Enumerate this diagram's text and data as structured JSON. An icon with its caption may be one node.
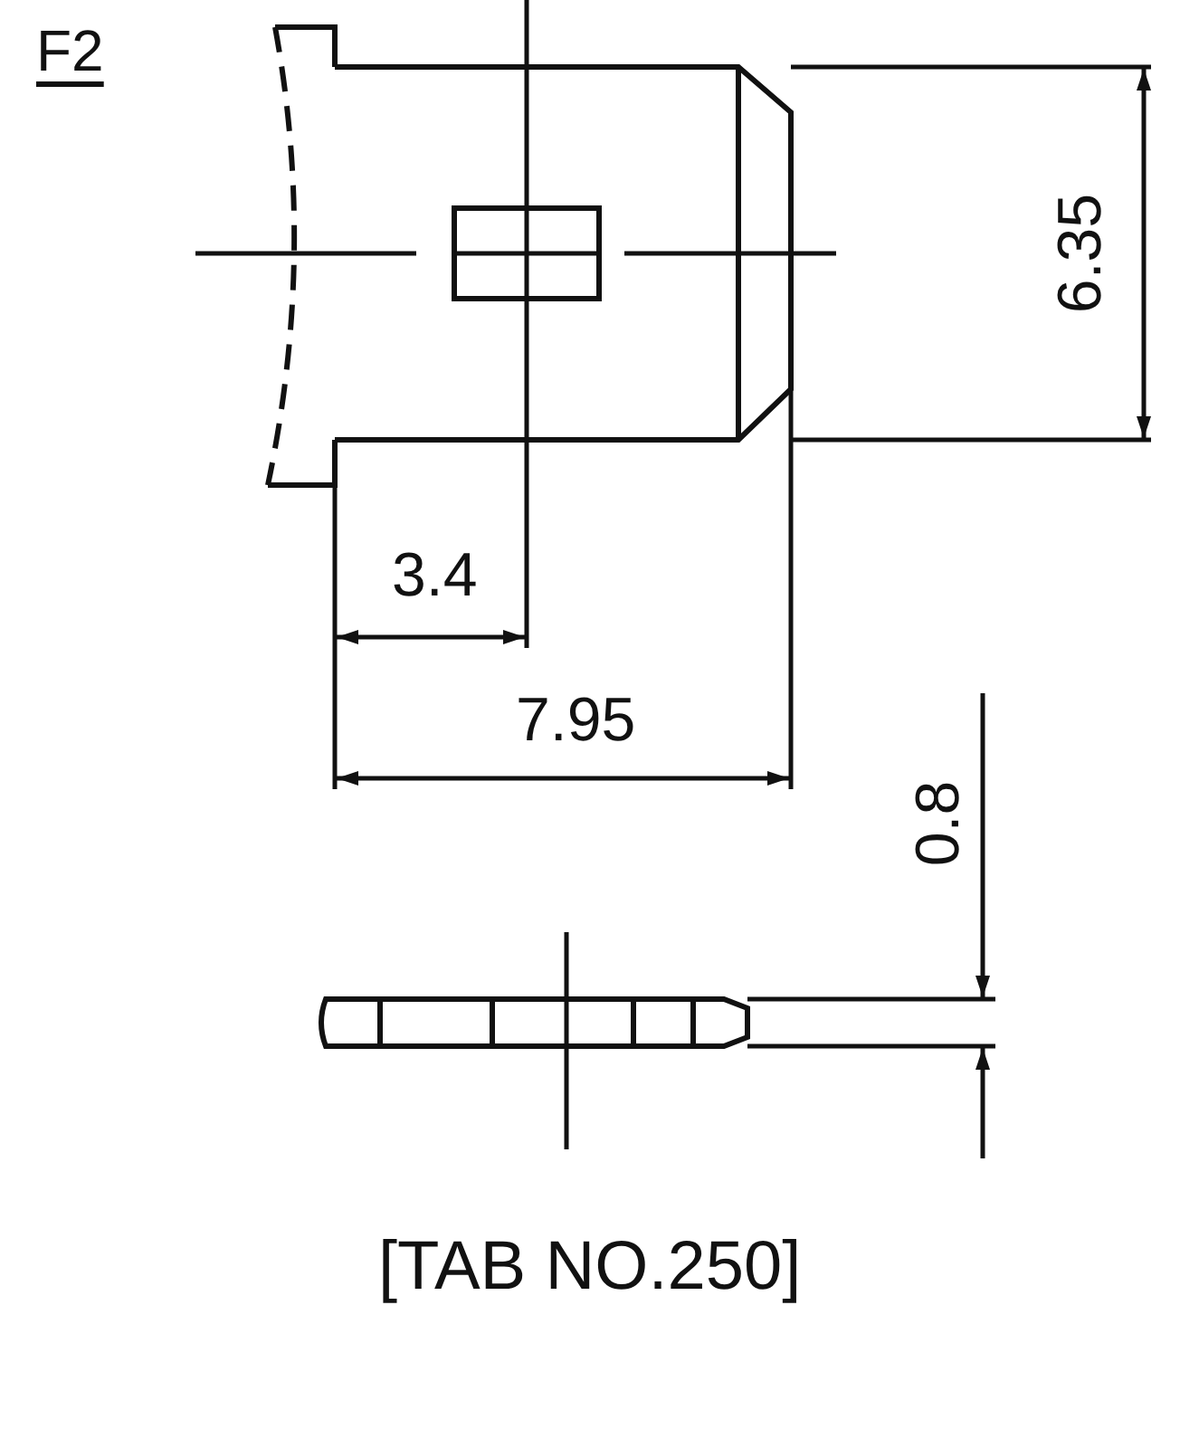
{
  "diagram": {
    "caption": "[TAB NO.250]",
    "labels": [
      "F2",
      "6.35",
      "3.4",
      "7.95",
      "0.8"
    ]
  }
}
